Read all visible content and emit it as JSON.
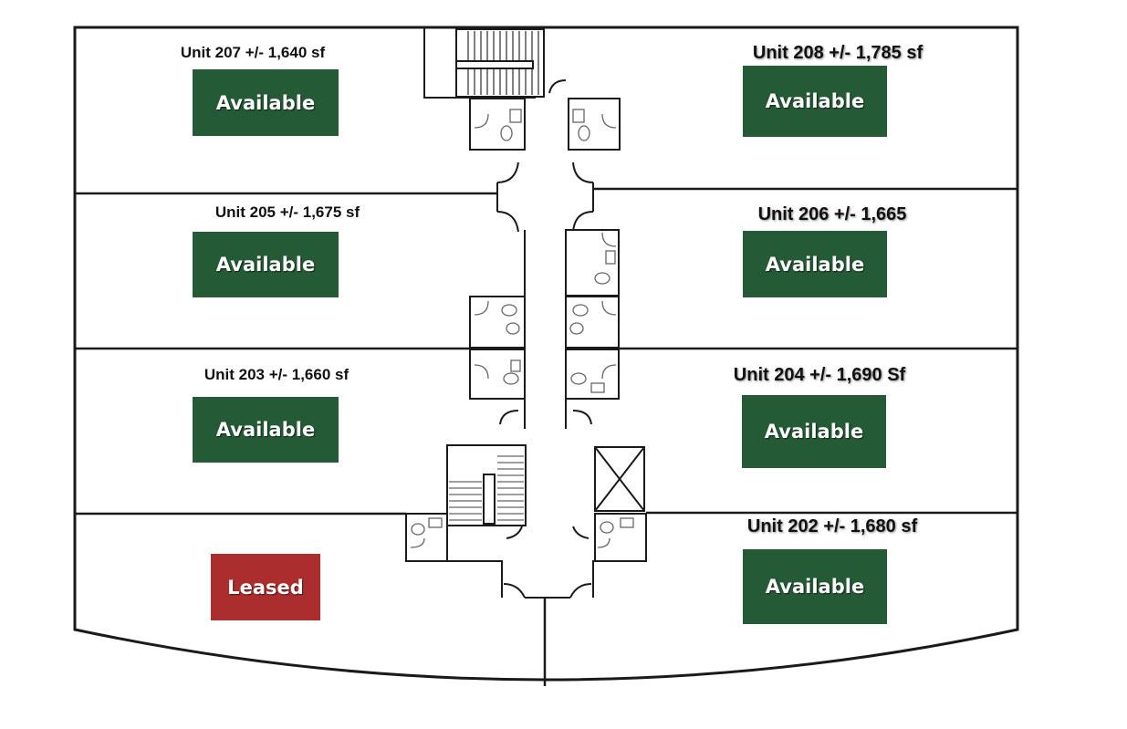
{
  "units": [
    {
      "id": "207",
      "label": "Unit 207  +/- 1,640 sf",
      "status": "Available"
    },
    {
      "id": "208",
      "label": "Unit 208 +/- 1,785 sf",
      "status": "Available"
    },
    {
      "id": "205",
      "label": "Unit 205  +/- 1,675 sf",
      "status": "Available"
    },
    {
      "id": "206",
      "label": "Unit 206 +/- 1,665",
      "status": "Available"
    },
    {
      "id": "203",
      "label": "Unit 203 +/- 1,660 sf",
      "status": "Available"
    },
    {
      "id": "204",
      "label": "Unit 204 +/- 1,690 Sf",
      "status": "Available"
    },
    {
      "id": "201",
      "status": "Leased"
    },
    {
      "id": "202",
      "label": "Unit 202 +/- 1,680 sf",
      "status": "Available"
    }
  ],
  "colors": {
    "available": "#245a35",
    "leased": "#ab2d2d",
    "walls": "#1a1a1a"
  }
}
